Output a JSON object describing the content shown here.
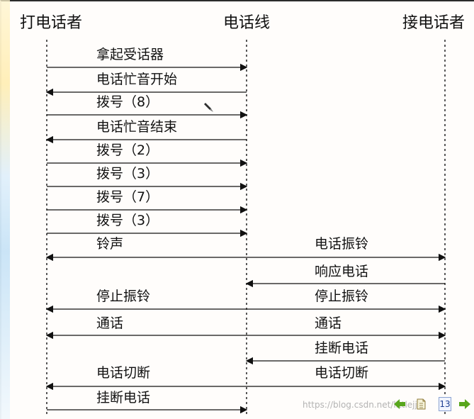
{
  "actors": {
    "left": "打电话者",
    "middle": "电话线",
    "right": "接电话者"
  },
  "messages": [
    {
      "id": "m1",
      "text": "拿起受话器",
      "from": "left",
      "to": "middle"
    },
    {
      "id": "m2",
      "text": "电话忙音开始",
      "from": "middle",
      "to": "left"
    },
    {
      "id": "m3",
      "text": "拨号（8）",
      "from": "left",
      "to": "middle"
    },
    {
      "id": "m4",
      "text": "电话忙音结束",
      "from": "middle",
      "to": "left"
    },
    {
      "id": "m5",
      "text": "拨号（2）",
      "from": "left",
      "to": "middle"
    },
    {
      "id": "m6",
      "text": "拨号（3）",
      "from": "left",
      "to": "middle"
    },
    {
      "id": "m7",
      "text": "拨号（7）",
      "from": "left",
      "to": "middle"
    },
    {
      "id": "m8",
      "text": "拨号（3）",
      "from": "left",
      "to": "middle"
    },
    {
      "id": "m9",
      "left_text": "铃声",
      "right_text": "电话振铃",
      "from": "middle",
      "to": "both"
    },
    {
      "id": "m10",
      "text": "响应电话",
      "from": "right",
      "to": "middle"
    },
    {
      "id": "m11",
      "left_text": "停止振铃",
      "right_text": "停止振铃",
      "from": "middle",
      "to": "both"
    },
    {
      "id": "m12",
      "left_text": "通话",
      "right_text": "通话",
      "from": "middle",
      "to": "both"
    },
    {
      "id": "m13",
      "text": "挂断电话",
      "from": "right",
      "to": "middle"
    },
    {
      "id": "m14",
      "left_text": "电话切断",
      "right_text": "电话切断",
      "from": "middle",
      "to": "both"
    },
    {
      "id": "m15",
      "text": "挂断电话",
      "from": "left",
      "to": "middle"
    }
  ],
  "watermark": "https://blog.csdn.net/littlejj",
  "page_number": "13",
  "icons": {
    "cursor": "pen-cursor-icon",
    "prev": "previous-slide-icon",
    "doc": "document-icon",
    "next": "next-slide-icon"
  },
  "colors": {
    "line": "#111111",
    "watermark": "#b3b3b3",
    "nav_green": "#58a61d"
  }
}
